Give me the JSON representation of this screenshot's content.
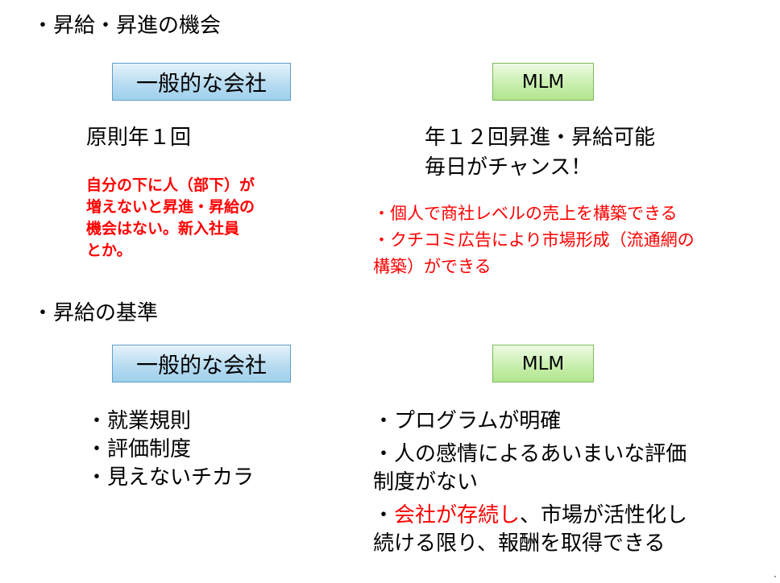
{
  "section1": {
    "heading": "・昇給・昇進の機会",
    "left_box": "一般的な会社",
    "right_box": "MLM",
    "left_main": "原則年１回",
    "left_notes": [
      "自分の下に人（部下）が",
      "増えないと昇進・昇給の",
      "機会はない。新入社員",
      "とか。"
    ],
    "right_main": [
      "年１２回昇進・昇給可能",
      "毎日がチャンス！"
    ],
    "right_notes": [
      "・個人で商社レベルの売上を構築できる",
      "・クチコミ広告により市場形成（流通網の",
      "構築）ができる"
    ]
  },
  "section2": {
    "heading": "・昇給の基準",
    "left_box": "一般的な会社",
    "right_box": "MLM",
    "left_items": [
      "・就業規則",
      "・評価制度",
      "・見えないチカラ"
    ],
    "right_item1": "・プログラムが明確",
    "right_item2": [
      "・人の感情によるあいまいな評価",
      "制度がない"
    ],
    "right_item3_prefix": "・",
    "right_item3_highlight": "会社が存続し",
    "right_item3_rest": "、市場が活性化し",
    "right_item3_line2": "続ける限り、報酬を取得できる"
  },
  "colors": {
    "highlight": "#ff0000",
    "box_blue": "#b8dcf1",
    "box_green": "#c9efae"
  }
}
